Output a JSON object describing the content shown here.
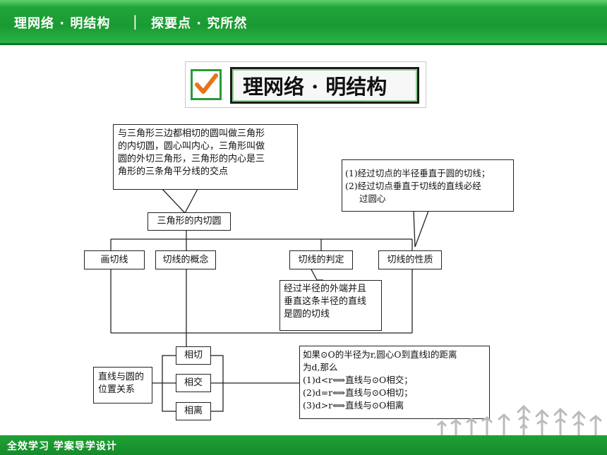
{
  "header": {
    "left": "理网络 · 明结构",
    "separator": "|",
    "right": "探要点 · 究所然"
  },
  "title": "理网络 · 明结构",
  "diagram": {
    "incircle_note": [
      "与三角形三边都相切的圆叫做三角形",
      "的内切圆，圆心叫内心，三角形叫做",
      "圆的外切三角形，三角形的内心是三",
      "角形的三条角平分线的交点"
    ],
    "property_note": [
      "(1)经过切点的半径垂直于圆的切线；",
      "(2)经过切点垂直于切线的直线必经",
      "过圆心"
    ],
    "incircle": "三角形的内切圆",
    "branches": {
      "draw": "画切线",
      "concept": "切线的概念",
      "criterion": "切线的判定",
      "property": "切线的性质"
    },
    "criterion_note": [
      "经过半径的外端并且",
      "垂直这条半径的直线",
      "是圆的切线"
    ],
    "positions": {
      "tangent": "相切",
      "intersect": "相交",
      "separate": "相离"
    },
    "relation_label": [
      "直线与圆的",
      "位置关系"
    ],
    "distance_note": [
      "如果⊙O的半径为r,圆心O到直线l的距离",
      "为d,那么",
      "(1)d<r⟺直线与⊙O相交；",
      "(2)d=r⟺直线与⊙O相切；",
      "(3)d>r⟺直线与⊙O相离"
    ]
  },
  "footer": "全效学习   学案导学设计",
  "colors": {
    "header_green": "#1a9a33",
    "check_green": "#2a9a3a",
    "check_orange": "#e8731c"
  }
}
